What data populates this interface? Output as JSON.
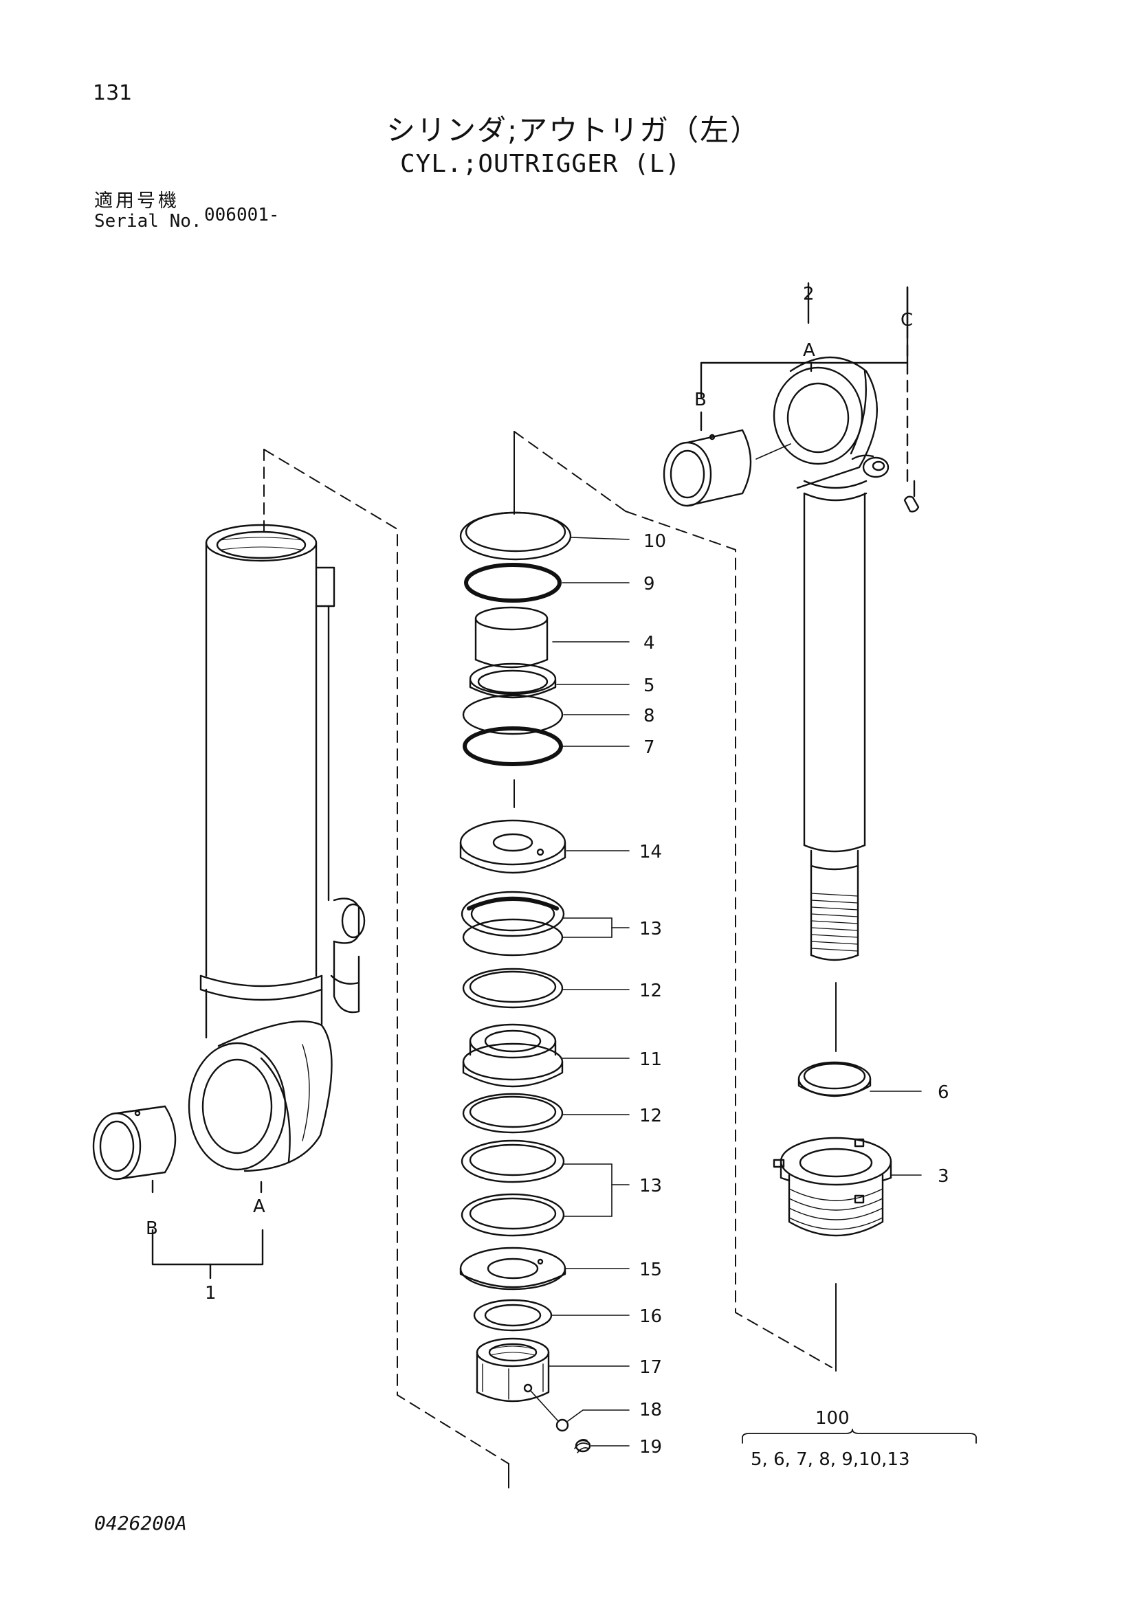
{
  "page_number": "131",
  "title_jp": "シリンダ;アウトリガ（左）",
  "title_en": "CYL.;OUTRIGGER (L)",
  "serial": {
    "label_jp": "適用号機",
    "label_en": "Serial No.",
    "value": "006001-"
  },
  "callouts": {
    "p1": "1",
    "p2": "2",
    "p3": "3",
    "p4": "4",
    "p5": "5",
    "p6": "6",
    "p7": "7",
    "p8": "8",
    "p9": "9",
    "p10": "10",
    "p11a": "11",
    "p12a": "12",
    "p12b": "12",
    "p13a": "13",
    "p13b": "13",
    "p14": "14",
    "p15": "15",
    "p16": "16",
    "p17": "17",
    "p18": "18",
    "p19": "19"
  },
  "letters": {
    "left_a": "A",
    "left_b": "B",
    "right_a": "A",
    "right_b": "B",
    "right_c": "C"
  },
  "kit": {
    "number": "100",
    "contents": "5, 6, 7, 8, 9,10,13"
  },
  "doc_code": "0426200A"
}
